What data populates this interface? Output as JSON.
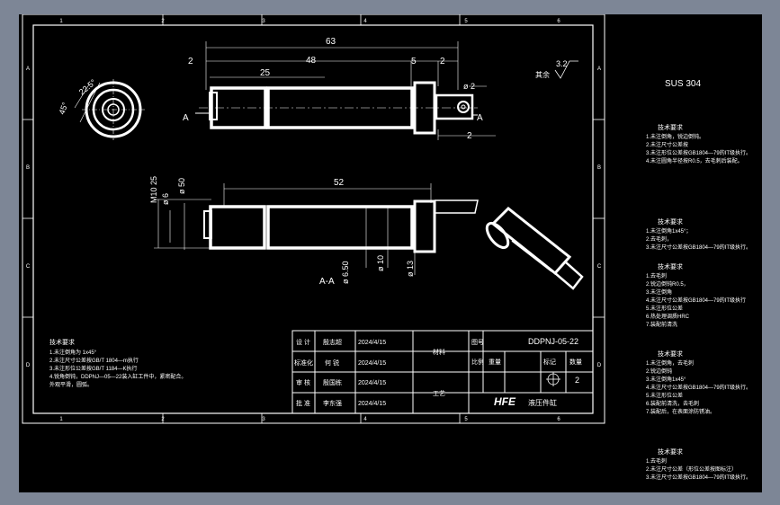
{
  "colors": {
    "chrome": "#7d8696",
    "background": "#000000",
    "line": "#ffffff"
  },
  "border_labels": {
    "top": [
      "1",
      "2",
      "3",
      "4",
      "5",
      "6"
    ],
    "bottom": [
      "1",
      "2",
      "3",
      "4",
      "5",
      "6"
    ],
    "left": [
      "A",
      "B",
      "C",
      "D"
    ],
    "right": [
      "A",
      "B",
      "C",
      "D"
    ]
  },
  "top_view": {
    "overall": "63",
    "left_gap": "2",
    "body_length": "48",
    "cap": "5",
    "right_gap": "2",
    "inner": "25",
    "pin_dia": "ø 2",
    "bottom_gap": "2",
    "section_mark": "A"
  },
  "end_view": {
    "chamfer_angle": "45°",
    "angle_2": "22.5°"
  },
  "section_view": {
    "label": "A-A",
    "length": "52",
    "thread": "M10",
    "thread_depth": "25",
    "bore_1": "ø 6",
    "bore_2": "ø 50",
    "dia_1": "ø 6.50",
    "dia_2": "ø 10",
    "dia_3": "ø 13"
  },
  "roughness": {
    "value": "3.2",
    "label": "其余"
  },
  "material": "SUS 304",
  "left_notes": {
    "title": "技术要求",
    "lines": [
      "1.未注倒角为 1x45°",
      "2.未注尺寸公差按GB/T 1804—m执行",
      "3.未注形位公差按GB/T 1184—K执行",
      "4.锐角倒钝，DDPNJ—05—22装入缸工件中，紧密配合。",
      "   外观平滑，圆弧。"
    ]
  },
  "title_block": {
    "rows": [
      {
        "role": "设 计",
        "name": "殷志超",
        "date": "2024/4/15"
      },
      {
        "role": "标准化",
        "name": "何 锐",
        "date": "2024/4/15"
      },
      {
        "role": "审 核",
        "name": "殷国栋",
        "date": "2024/4/15"
      },
      {
        "role": "批 准",
        "name": "李东强",
        "date": "2024/4/15"
      }
    ],
    "material_label": "材料",
    "process_label": "工艺",
    "drawing_no_label": "图号",
    "drawing_no": "DDPNJ-05-22",
    "scale_label": "比例",
    "weight_label": "重量",
    "mark_label": "标记",
    "quantity_label": "数量",
    "quantity": "2",
    "company_logo": "HFE",
    "part_name": "液压件缸"
  },
  "side_notes": [
    {
      "title": "技术要求",
      "lines": [
        "1.未注倒角，锐边倒钝。",
        "2.未注尺寸公差按",
        "3.未注形位公差按GB1804—79的IT级执行。",
        "4.未注圆角半径按R0.5，去毛刺后装配。"
      ]
    },
    {
      "title": "技术要求",
      "lines": [
        "1.未注倒角1x45°；",
        "2.去毛刺，",
        "3.未注尺寸公差按GB1804—79的IT级执行。"
      ]
    },
    {
      "title": "技术要求",
      "lines": [
        "1.去毛刺",
        "2.锐边倒钝R0.5，",
        "3.未注倒角",
        "4.未注尺寸公差按GB1804—79的IT级执行",
        "5.未注形位公差",
        "6.热处理调质HRC",
        "7.装配前清洗"
      ]
    },
    {
      "title": "技术要求",
      "lines": [
        "1.未注倒角，去毛刺",
        "2.锐边倒钝",
        "3.未注倒角1x45°",
        "4.未注尺寸公差按GB1804—79的IT级执行。",
        "5.未注形位公差",
        "6.装配前清洗，去毛刺",
        "7.装配后，在表面涂防锈油。"
      ]
    },
    {
      "title": "技术要求",
      "lines": [
        "1.去毛刺",
        "2.未注尺寸公差（形位公差按图标注）",
        "3.未注尺寸公差按GB1804—79的IT级执行。"
      ]
    }
  ]
}
